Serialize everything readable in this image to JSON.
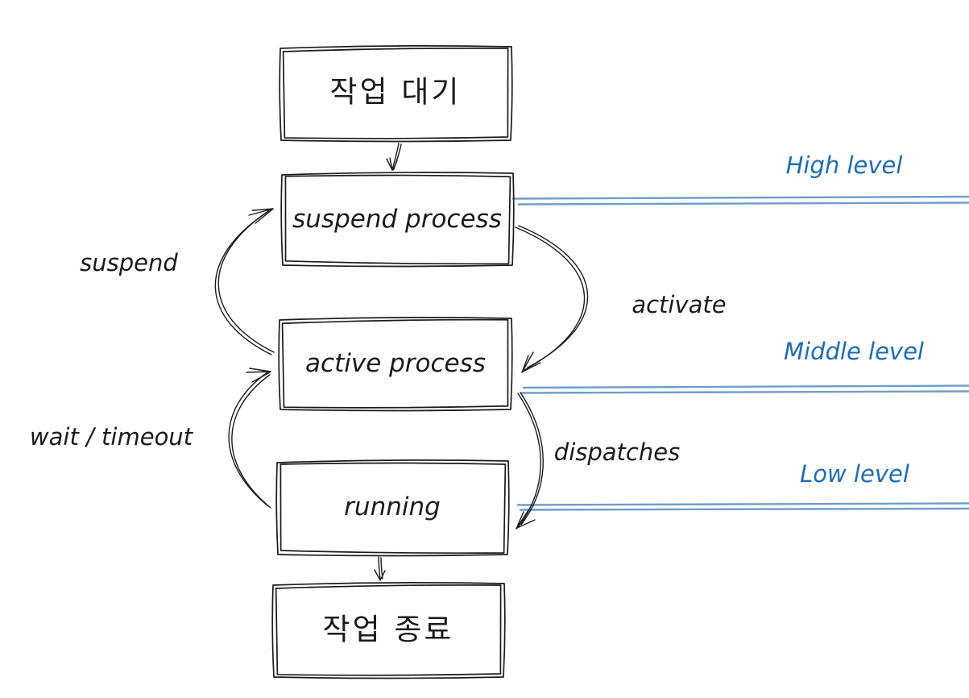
{
  "diagram": {
    "type": "state-flow",
    "style": "hand-drawn-whiteboard",
    "nodes": [
      {
        "id": "job-wait",
        "label": "작업 대기"
      },
      {
        "id": "suspend-process",
        "label": "suspend process"
      },
      {
        "id": "active-process",
        "label": "active process"
      },
      {
        "id": "running",
        "label": "running"
      },
      {
        "id": "job-end",
        "label": "작업 종료"
      }
    ],
    "edges": [
      {
        "from": "job-wait",
        "to": "suspend-process",
        "label": ""
      },
      {
        "from": "active-process",
        "to": "suspend-process",
        "label": "suspend"
      },
      {
        "from": "suspend-process",
        "to": "active-process",
        "label": "activate"
      },
      {
        "from": "active-process",
        "to": "running",
        "label": "dispatches"
      },
      {
        "from": "running",
        "to": "active-process",
        "label": "wait / timeout"
      },
      {
        "from": "running",
        "to": "job-end",
        "label": ""
      }
    ],
    "levels": [
      {
        "id": "high",
        "label": "High level"
      },
      {
        "id": "middle",
        "label": "Middle level"
      },
      {
        "id": "low",
        "label": "Low level"
      }
    ],
    "colors": {
      "stroke": "#1b1b1b",
      "level_text": "#1d6db6",
      "level_line": "#6f9dcb",
      "background": "#ffffff"
    }
  }
}
